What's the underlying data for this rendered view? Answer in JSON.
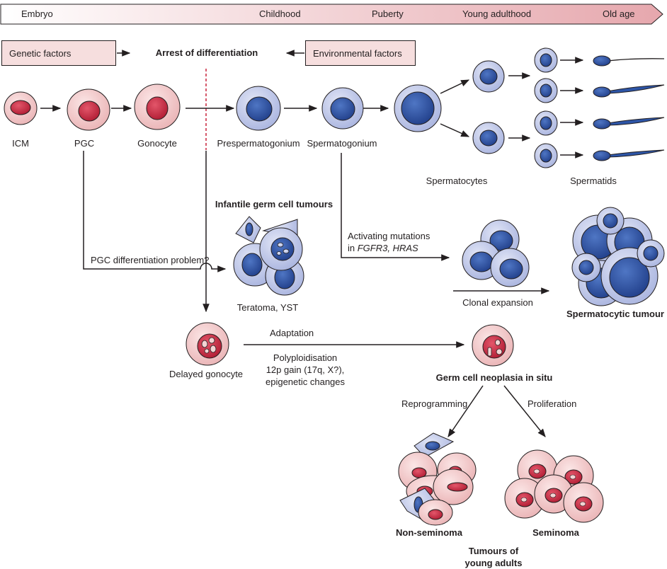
{
  "timeline": [
    "Embryo",
    "Childhood",
    "Puberty",
    "Young adulthood",
    "Old age"
  ],
  "factors": {
    "genetic": "Genetic factors",
    "environmental": "Environmental factors",
    "arrest": "Arrest of differentiation"
  },
  "cells": {
    "icm": "ICM",
    "pgc": "PGC",
    "gonocyte": "Gonocyte",
    "prespermatogonium": "Prespermatogonium",
    "spermatogonium": "Spermatogonium",
    "spermatocytes": "Spermatocytes",
    "spermatids": "Spermatids"
  },
  "infantile": {
    "title": "Infantile germ cell tumours",
    "pgc_problem": "PGC differentiation problem?",
    "types": "Teratoma, YST"
  },
  "spermatocytic": {
    "mutations_line1": "Activating mutations",
    "mutations_in": "in ",
    "mutations_genes": "FGFR3, HRAS",
    "clonal": "Clonal expansion",
    "tumour": "Spermatocytic tumour"
  },
  "delayed": {
    "label": "Delayed gonocyte",
    "adaptation": "Adaptation",
    "changes": [
      "Polyploidisation",
      "12p gain (17q, X?),",
      "epigenetic changes"
    ],
    "gcnis": "Germ cell neoplasia in situ"
  },
  "young_adult": {
    "reprogramming": "Reprogramming",
    "proliferation": "Proliferation",
    "non_seminoma": "Non-seminoma",
    "seminoma": "Seminoma",
    "group": [
      "Tumours of",
      "young adults"
    ]
  },
  "colors": {
    "pink_outer": "#f2c9c9",
    "pink_nucleus": "#c8243c",
    "blue_outer": "#c3cbe9",
    "blue_nucleus": "#2d55a6",
    "timeline_bar": "#f1d5d7",
    "box_fill": "#f6dede",
    "dashed_line": "#c8243c"
  }
}
